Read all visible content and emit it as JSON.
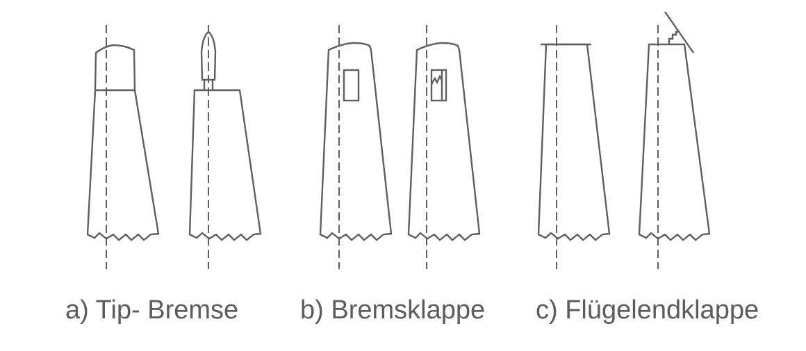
{
  "captions": {
    "a": "a) Tip- Bremse",
    "b": "b) Bremsklappe",
    "c": "c) Flügelendklappe"
  },
  "colors": {
    "line": "#5f5f5f",
    "text": "#5c5c5c",
    "background": "#ffffff"
  }
}
